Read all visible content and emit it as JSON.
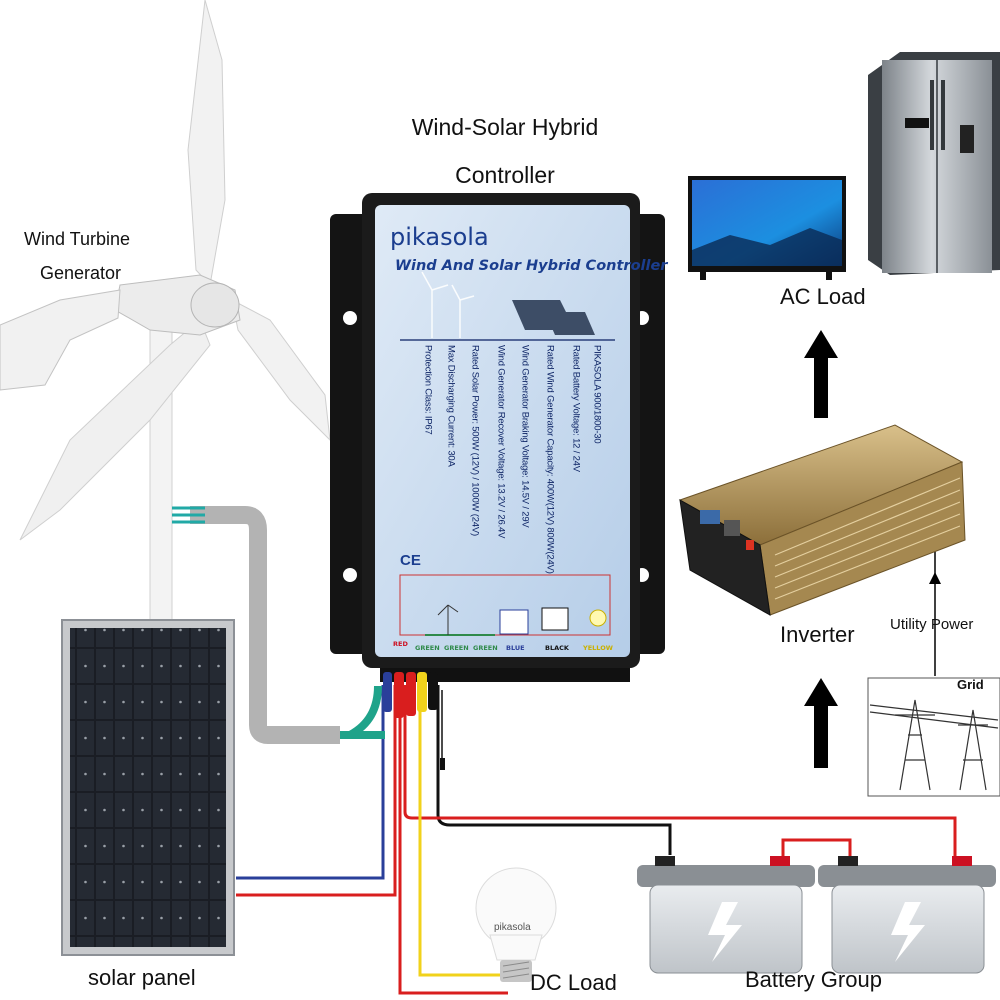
{
  "title": {
    "line1": "Wind-Solar Hybrid",
    "line2": "Controller"
  },
  "labels": {
    "wind_turbine_line1": "Wind Turbine",
    "wind_turbine_line2": "Generator",
    "ac_load": "AC Load",
    "inverter": "Inverter",
    "utility_power": "Utility Power",
    "grid": "Grid",
    "solar_panel": "solar panel",
    "dc_load": "DC Load",
    "battery_group": "Battery Group"
  },
  "controller": {
    "brand": "pikasola",
    "subtitle": "Wind And Solar Hybrid Controller",
    "ce_mark": "CE",
    "specs": [
      "PIKASOLA 900/1800-30",
      "Rated Battery Voltage: 12 / 24V",
      "Rated Wind Generator Capacity: 400W(12V) 800W(24V)",
      "Wind Generator Braking Voltage: 14.5V / 29V",
      "Wind Generator Recover Voltage: 13.2V / 26.4V",
      "Rated Solar Power: 500W (12V) / 1000W (24V)",
      "Max Discharging Current: 30A",
      "Protection Class: IP67"
    ],
    "terminals": [
      "RED",
      "GREEN",
      "GREEN",
      "GREEN",
      "BLUE",
      "BLACK",
      "YELLOW"
    ]
  },
  "bulb_brand": "pikasola",
  "colors": {
    "wire_red": "#d91e1e",
    "wire_blue": "#2a3f9a",
    "wire_yellow": "#f1d21b",
    "wire_black": "#111111",
    "wire_green": "#1fa38a",
    "controller_panel": "#c9dcf0",
    "controller_body": "#1b1b1b",
    "inverter_gold": "#b99a5f"
  }
}
